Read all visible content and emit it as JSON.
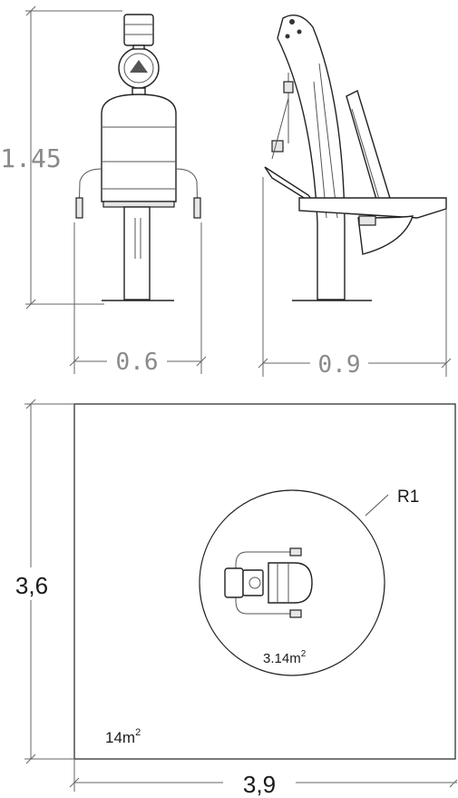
{
  "elevation": {
    "height_label": "1.45",
    "front_width_label": "0.6",
    "side_width_label": "0.9"
  },
  "plan": {
    "width_label": "3,9",
    "depth_label": "3,6",
    "radius_label": "R1",
    "circle_area_base": "3.14m",
    "circle_area_exp": "2",
    "total_area_base": "14m",
    "total_area_exp": "2"
  }
}
